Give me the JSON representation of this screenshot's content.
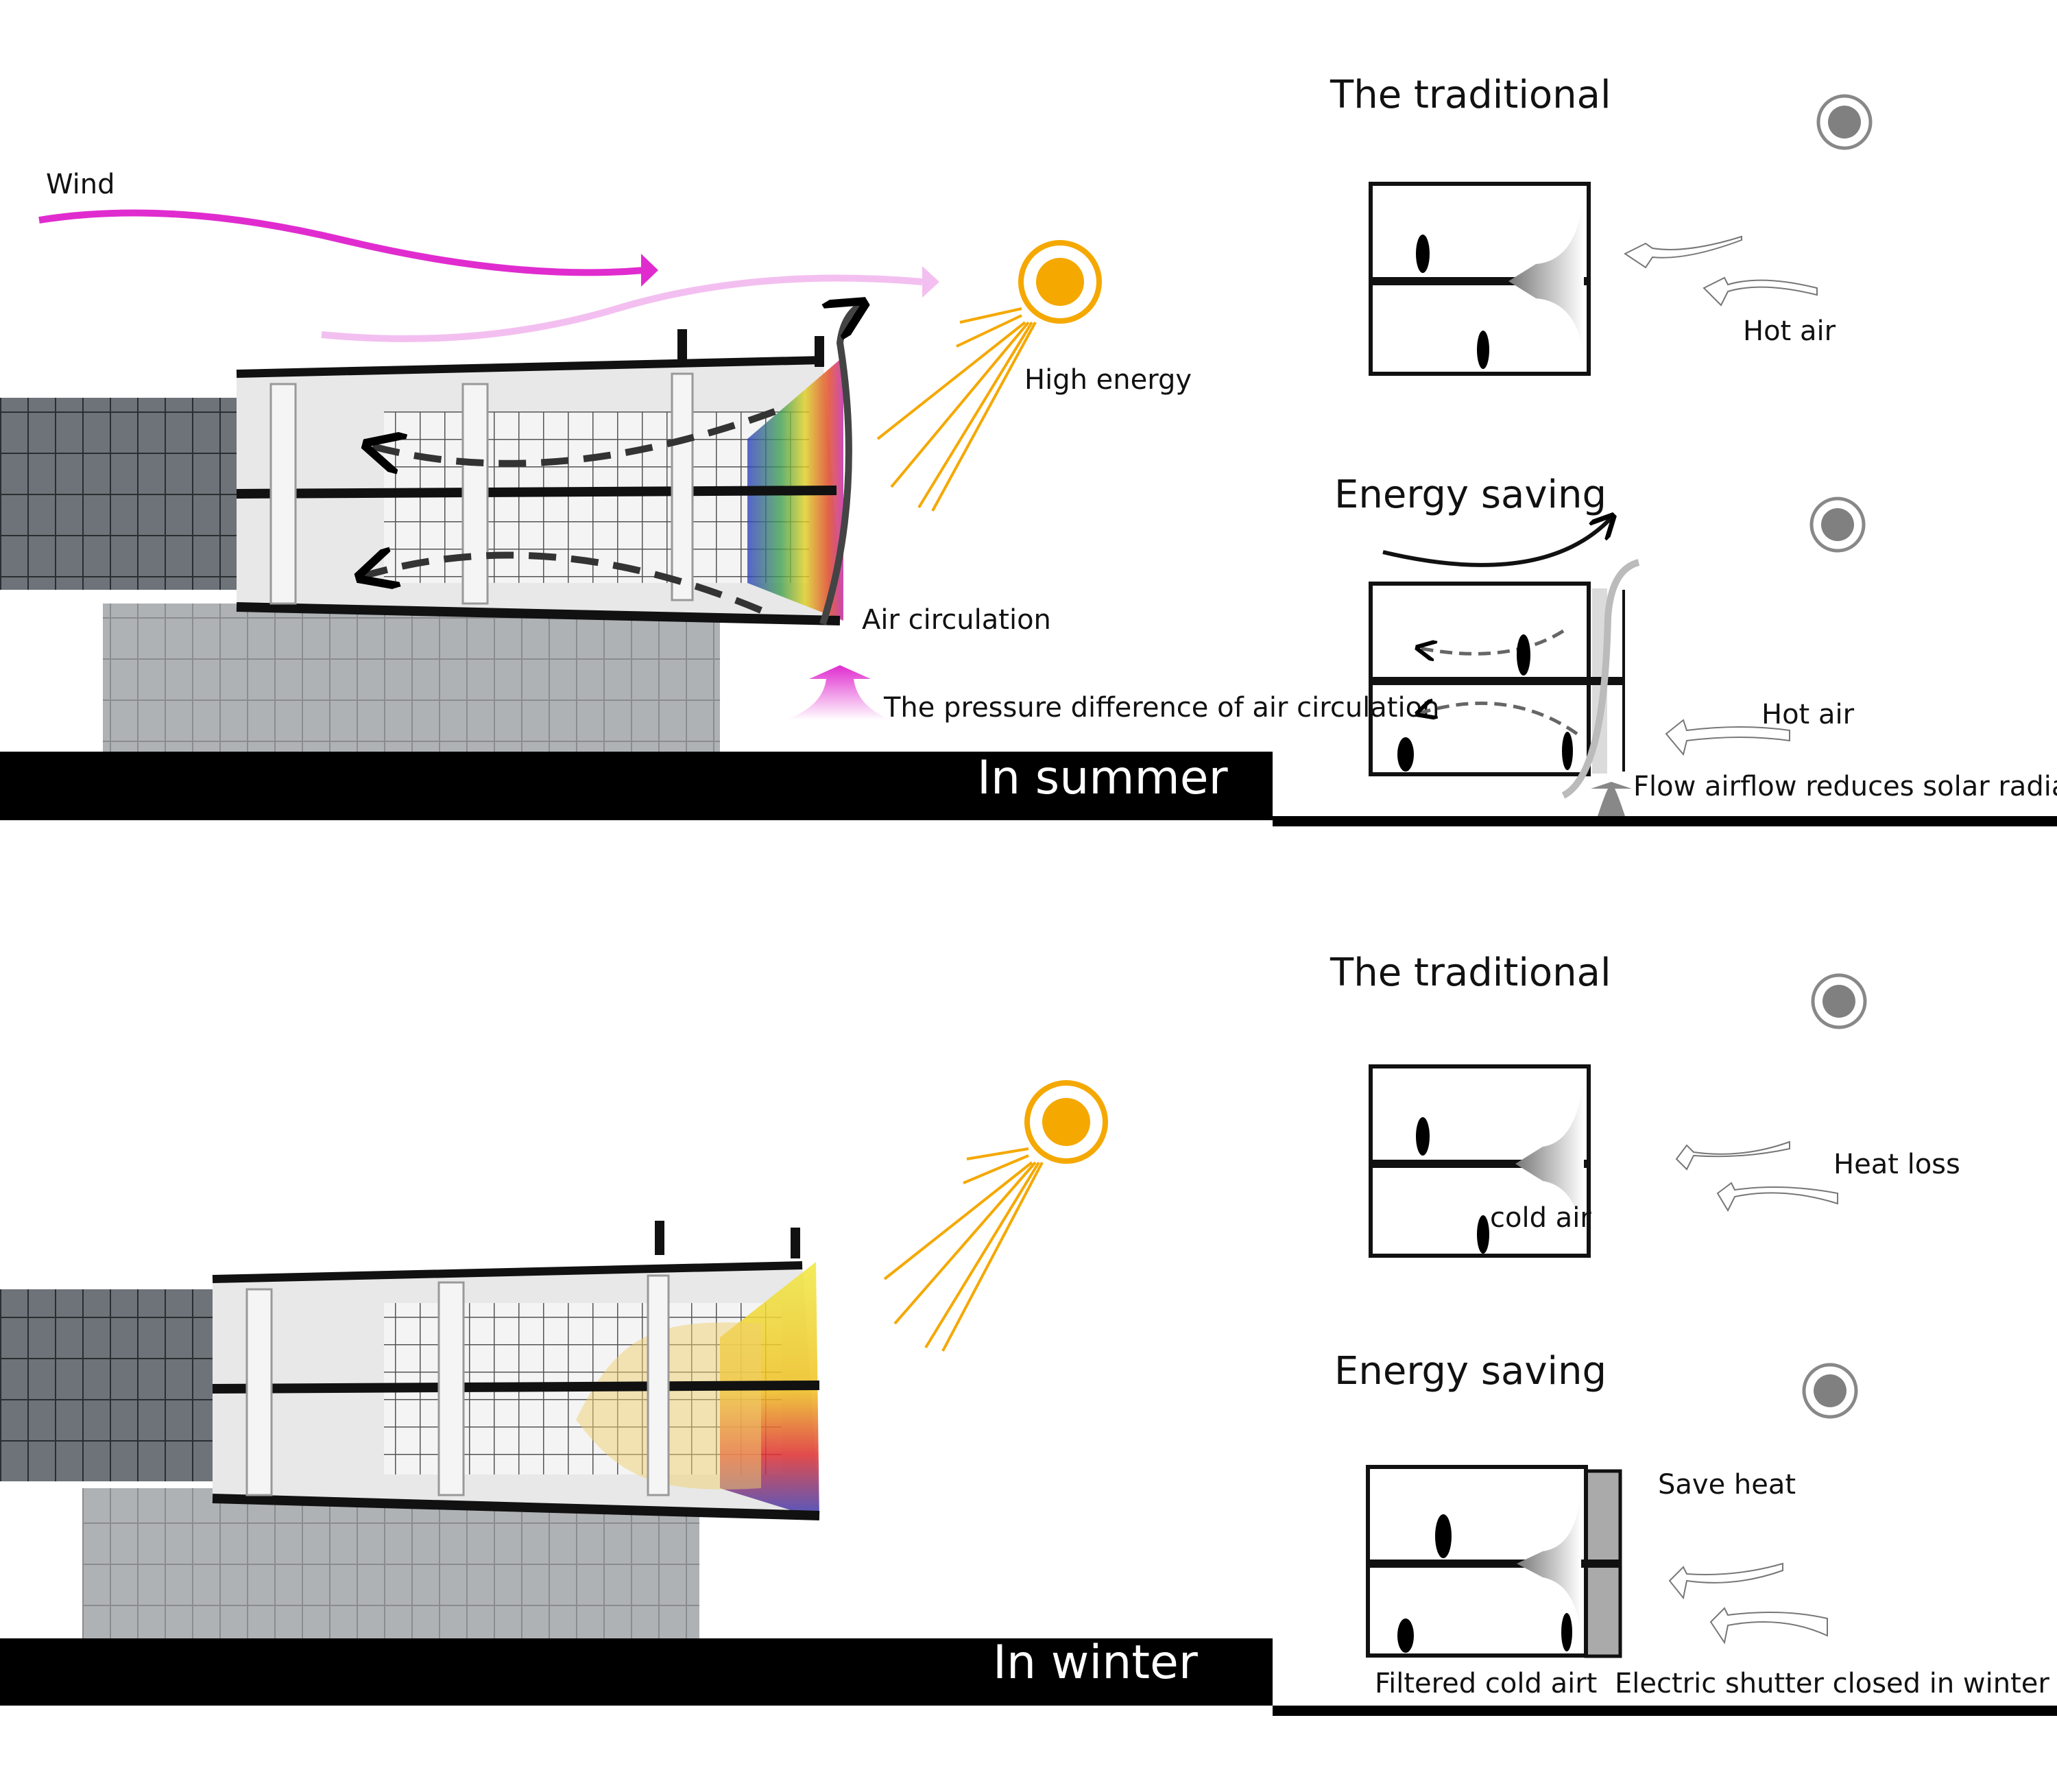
{
  "summer": {
    "wind_label": "Wind",
    "high_energy_label": "High energy",
    "air_circulation_label": "Air circulation",
    "pressure_label": "The pressure difference of air circulation",
    "season_label": "In  summer",
    "traditional": {
      "title": "The traditional",
      "hot_air_label": "Hot  air"
    },
    "energy_saving": {
      "title": "Energy saving",
      "hot_air_label": "Hot  air",
      "flow_label": "Flow airflow reduces solar radiation"
    }
  },
  "winter": {
    "season_label": "In   winter",
    "traditional": {
      "title": "The traditional",
      "cold_air_label": "cold air",
      "heat_loss_label": "Heat loss"
    },
    "energy_saving": {
      "title": "Energy saving",
      "save_heat_label": "Save heat",
      "filtered_label": "Filtered cold airt",
      "shutter_label": "Electric shutter closed in winter"
    }
  },
  "colors": {
    "sun": "#f5a800",
    "wind": "#e02ccf",
    "bar": "#000000",
    "target": "#808080"
  }
}
